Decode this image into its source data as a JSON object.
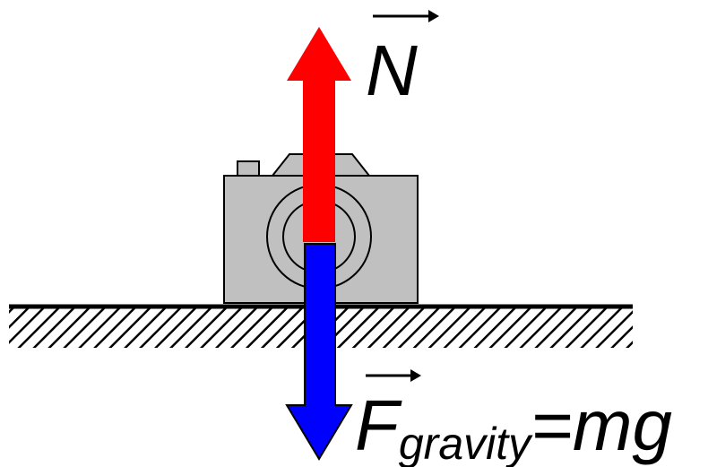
{
  "diagram": {
    "normal_force": {
      "symbol": "N",
      "color": "#ff0000"
    },
    "gravity_force": {
      "symbol": "F",
      "subscript": "gravity",
      "equation_rhs": "=mg",
      "color": "#0000ff"
    },
    "object": {
      "icon": "camera-icon",
      "color": "#c0c0c0"
    },
    "ground": {
      "hatch_color": "#000000"
    }
  }
}
